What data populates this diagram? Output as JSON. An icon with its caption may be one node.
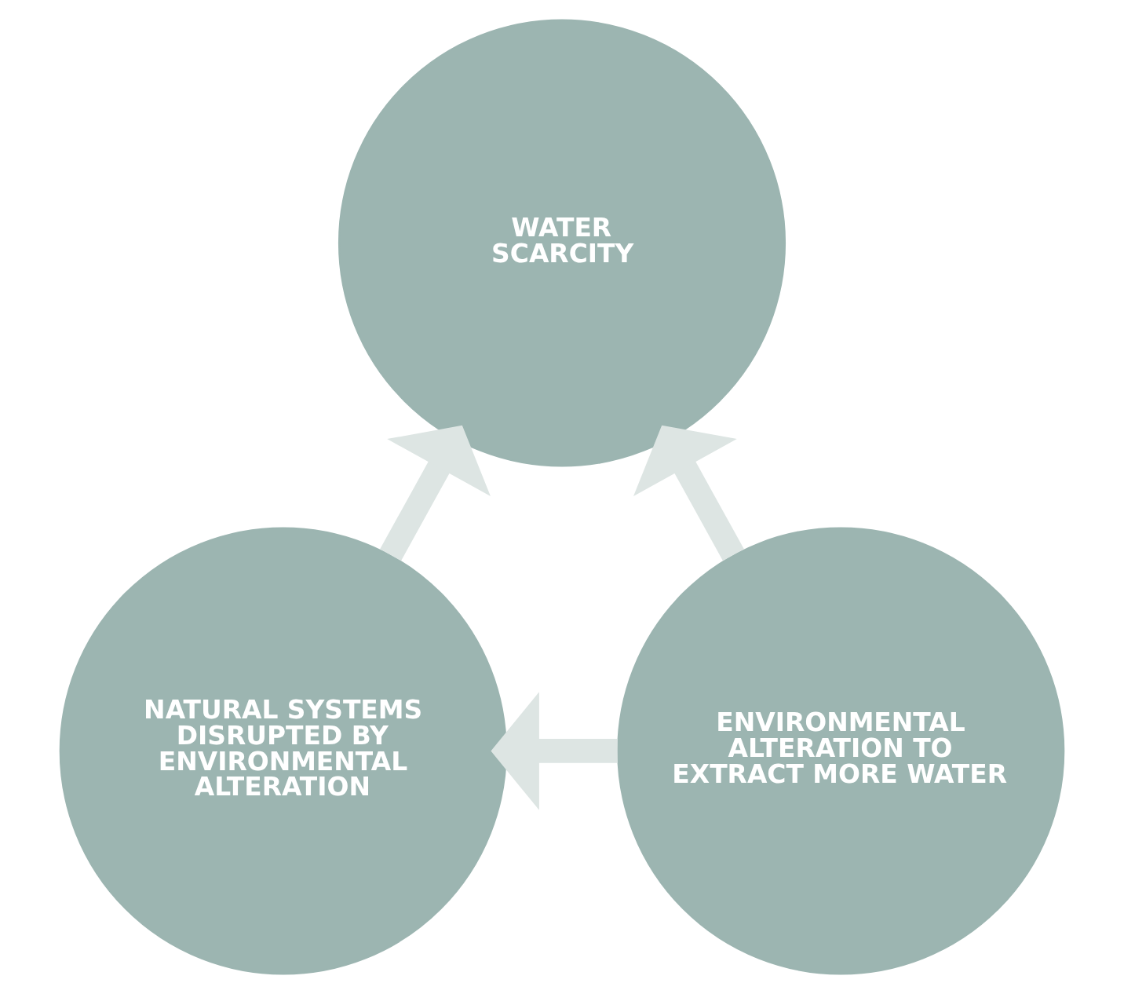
{
  "diagram": {
    "nodes": [
      {
        "text": [
          "WATER SCARCITY"
        ]
      },
      {
        "text": [
          "NATURAL SYSTEMS DISRUPTED BY ENVIRONMENTAL ALTERATION"
        ]
      },
      {
        "text": [
          "ENVIRONMENTAL ALTERATION TO EXTRACT MORE WATER"
        ]
      }
    ],
    "edges": [
      {
        "from": 1,
        "to": 0,
        "arrow": "to"
      },
      {
        "from": 2,
        "to": 0,
        "arrow": "to"
      },
      {
        "from": 2,
        "to": 1,
        "arrow": "to"
      }
    ]
  }
}
